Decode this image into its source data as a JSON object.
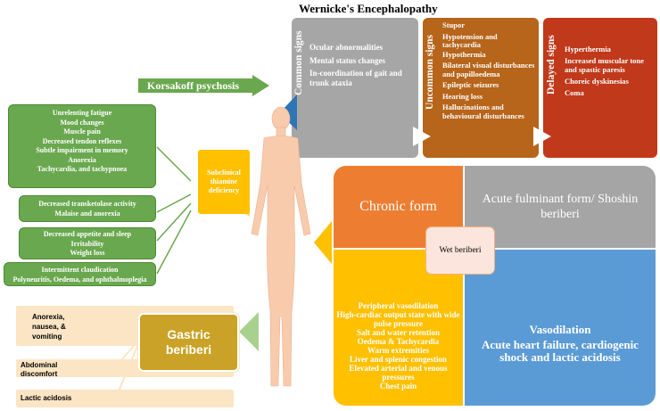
{
  "title": "Wernicke's Encephalopathy",
  "wernicke": {
    "common": {
      "label": "Common signs",
      "items": [
        "Ocular abnormalities",
        "Mental status changes",
        "In-coordination of gait and trunk ataxia"
      ]
    },
    "uncommon": {
      "label": "Uncommon signs",
      "items": [
        "Stupor",
        "Hypotension and tachycardia",
        "Hypothermia",
        "Bilateral visual disturbances and papilloedema",
        "Epileptic seizures",
        "Hearing loss",
        "Hallucinations and behavioural disturbances"
      ]
    },
    "delayed": {
      "label": "Delayed signs",
      "items": [
        "Hyperthermia",
        "Increased muscular tone and spastic paresis",
        "Choreic dyskinesias",
        "Coma"
      ]
    }
  },
  "korsakoff": "Korsakoff psychosis",
  "subclinical": {
    "label": "Subclinical thiamine deficiency",
    "groups": [
      [
        "Unrelenting fatigue",
        "Mood changes",
        "Muscle pain",
        "Decreased tendon reflexes",
        "Subtle impairment in memory",
        "Anorexia",
        "Tachycardia, and tachypnoea"
      ],
      [
        "Decreased transketolase activity",
        "Malaise and anorexia"
      ],
      [
        "Decreased appetite and sleep",
        "Irritability",
        "Weight loss"
      ],
      [
        "Intermittent claudication",
        "Polyneuritis, Oedema, and ophthalmoplegia"
      ]
    ]
  },
  "wet": {
    "center_label": "Wet beriberi",
    "chronic_title": "Chronic form",
    "acute_title": "Acute fulminant form/ Shoshin beriberi",
    "chronic_items": [
      "Peripheral vasodilation",
      "High-cardiac output state with wide pulse pressure",
      "Salt and water retention",
      "Oedema & Tachycardia",
      "Warm extremities",
      "Liver and splenic congestion",
      "Elevated arterial and venous pressures",
      "Chest pain"
    ],
    "acute_heading": "Vasodilation",
    "acute_text": "Acute heart failure, cardiogenic shock and lactic acidosis"
  },
  "gastric": {
    "label": "Gastric beriberi",
    "items": [
      "Anorexia, nausea, & vomiting",
      "Abdominal discomfort",
      "Lactic acidosis"
    ]
  },
  "colors": {
    "gray": "#a6a6a6",
    "brown": "#b6651b",
    "red": "#c0391b",
    "green": "#6aa84f",
    "orange": "#ed7d31",
    "yellow": "#ffc000",
    "blue": "#5b9bd5",
    "peach": "#fce5c4",
    "skin": "#f8cbad",
    "gold": "#c9a227"
  }
}
